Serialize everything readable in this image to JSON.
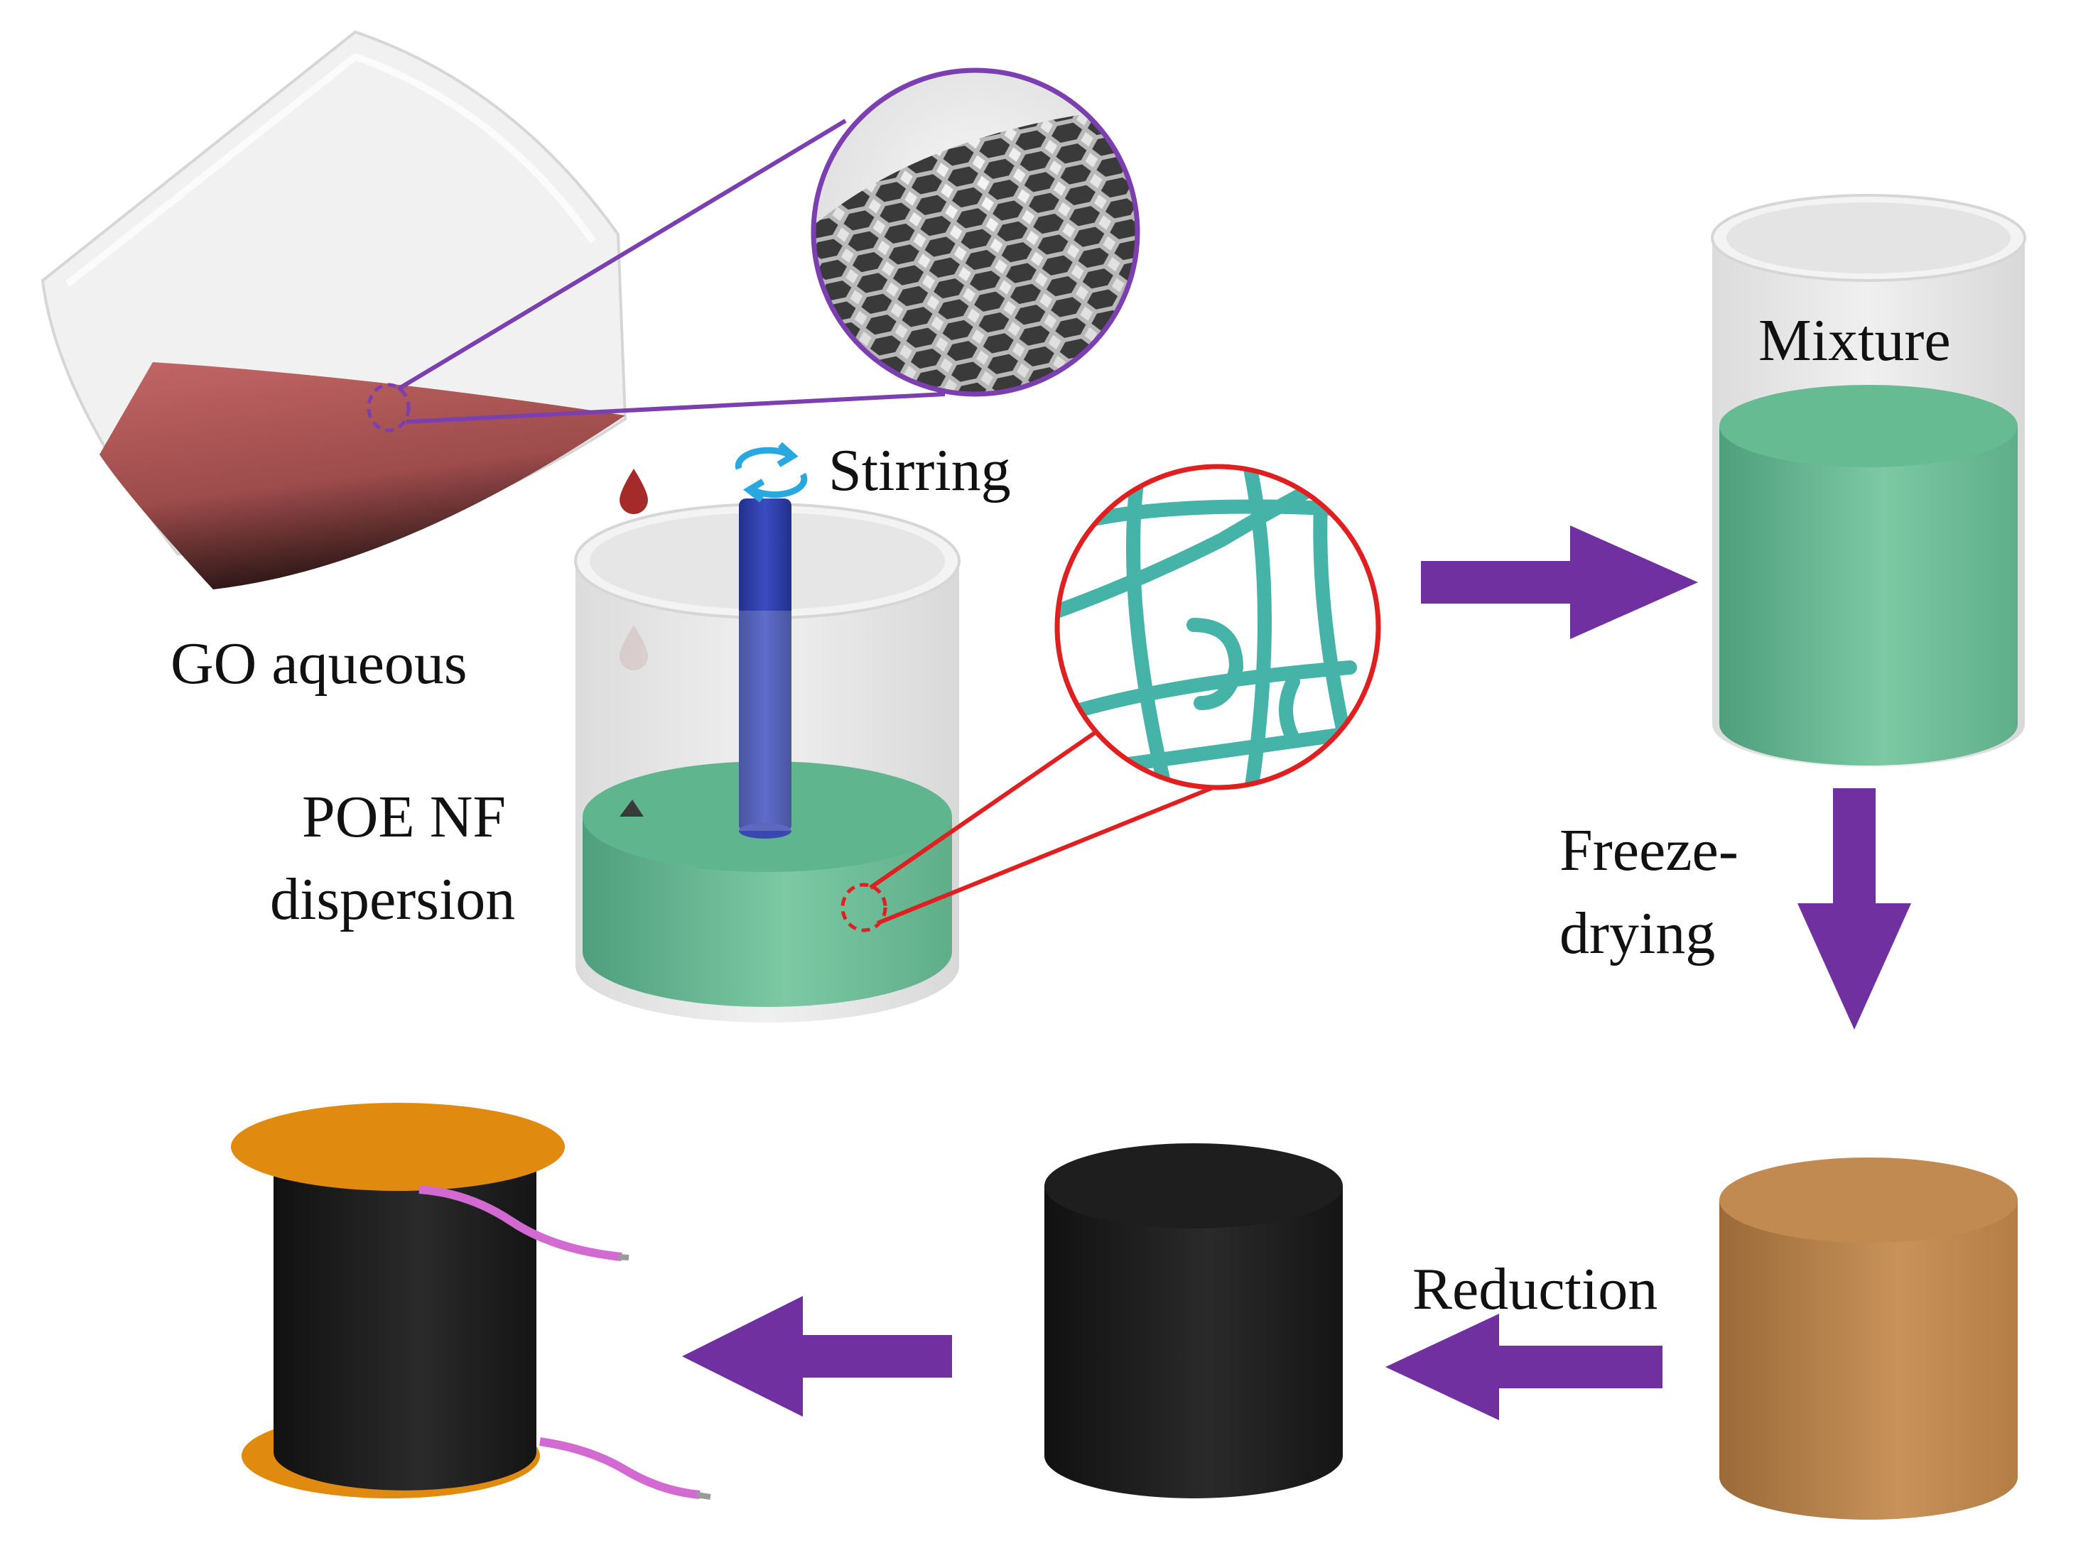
{
  "labels": {
    "go_aqueous": "GO aqueous",
    "stirring": "Stirring",
    "poe_nf_line1": "POE NF",
    "poe_nf_line2": "dispersion",
    "mixture": "Mixture",
    "freeze_line1": "Freeze-",
    "freeze_line2": "drying",
    "reduction": "Reduction"
  },
  "colors": {
    "go_liquid": "#b85a5a",
    "go_droplet": "#a52a2a",
    "graphene_zoom_border": "#7b3fb0",
    "nanofiber_zoom_border": "#e02020",
    "nanofiber": "#45b3a8",
    "green_liquid": "#6fc19a",
    "stir_rod": "#2f3fa8",
    "stir_arrows": "#29a8e0",
    "process_arrow": "#7030a0",
    "aerogel_brown": "#c08a50",
    "reduced_black": "#1b1b1b",
    "electrode_orange": "#e08a10",
    "wire_pink": "#d26ad2"
  },
  "icons": {
    "rotation": "rotate-arrows-icon",
    "droplet": "droplet-icon",
    "arrow": "flow-arrow-icon"
  }
}
